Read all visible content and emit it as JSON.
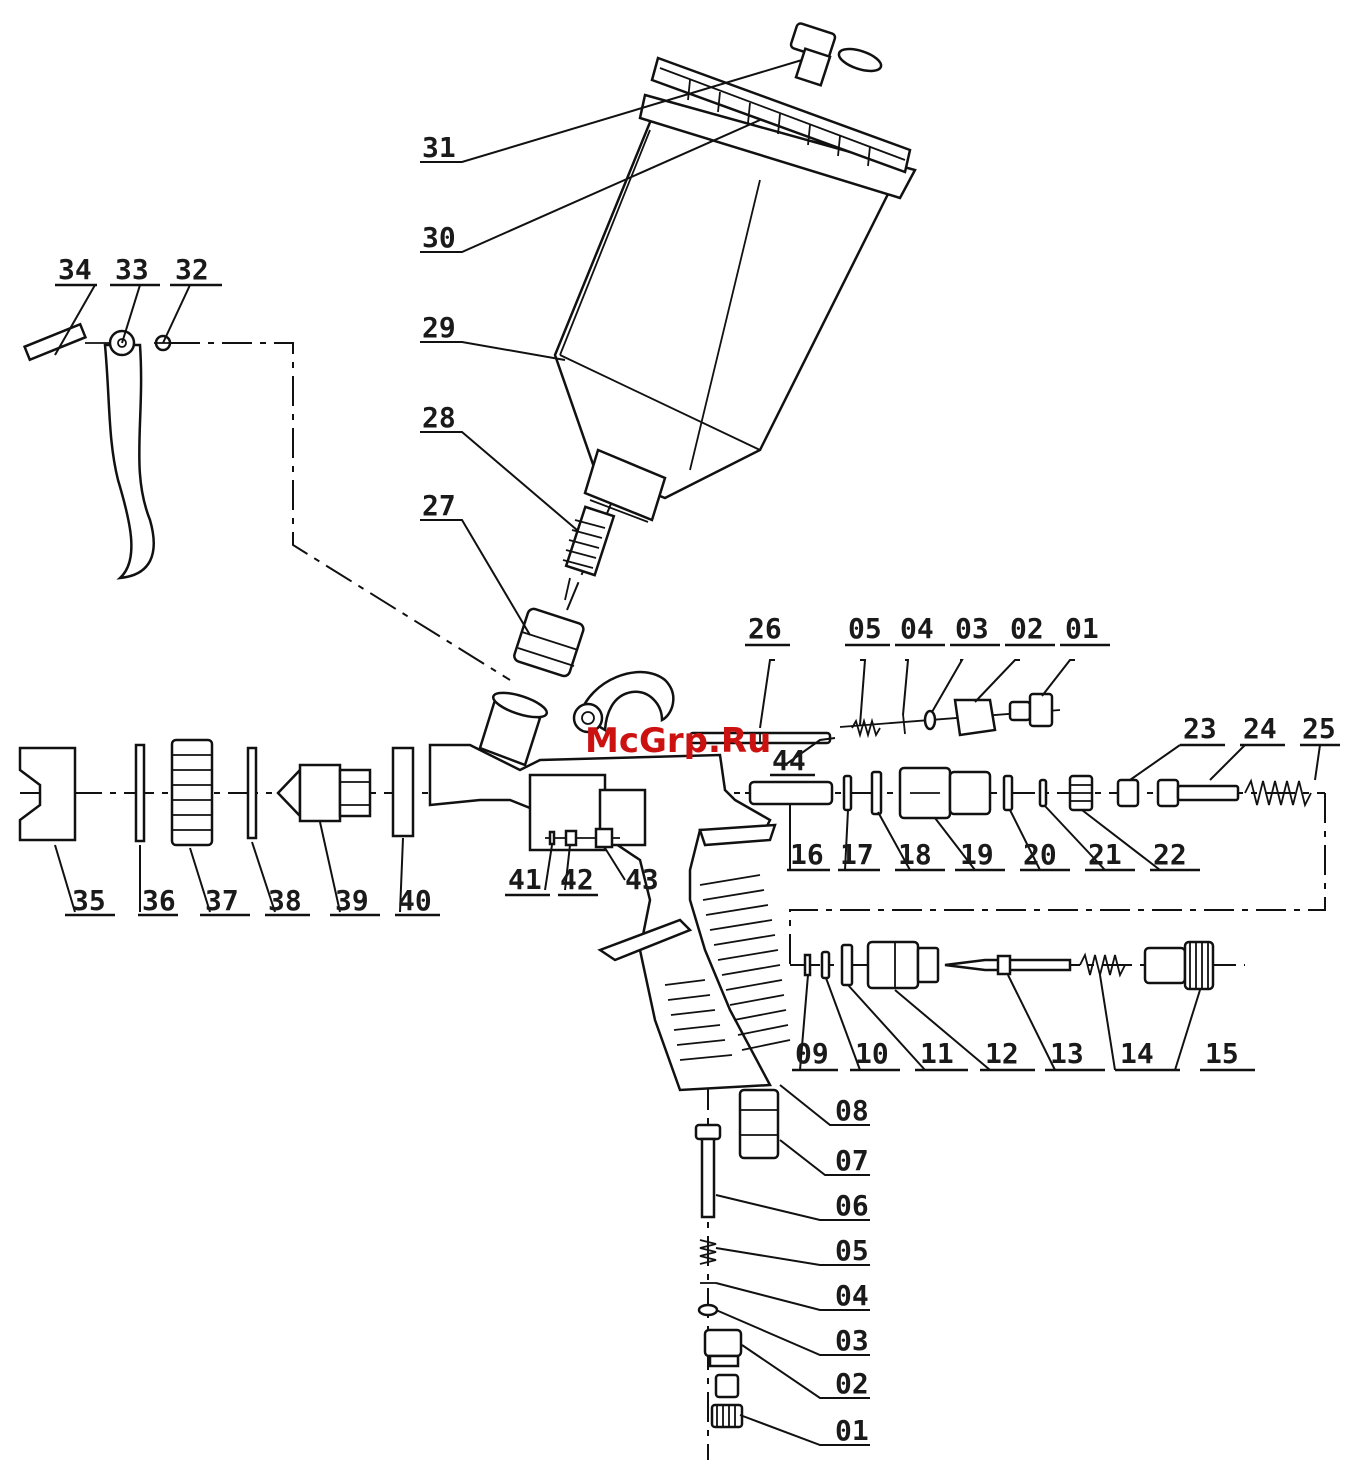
{
  "watermark": "McGrp.Ru",
  "labels": {
    "p01": "01",
    "p02": "02",
    "p03": "03",
    "p04": "04",
    "p05": "05",
    "p06": "06",
    "p07": "07",
    "p08": "08",
    "p09": "09",
    "p10": "10",
    "p11": "11",
    "p12": "12",
    "p13": "13",
    "p14": "14",
    "p15": "15",
    "p16": "16",
    "p17": "17",
    "p18": "18",
    "p19": "19",
    "p20": "20",
    "p21": "21",
    "p22": "22",
    "p23": "23",
    "p24": "24",
    "p25": "25",
    "p26": "26",
    "p27": "27",
    "p28": "28",
    "p29": "29",
    "p30": "30",
    "p31": "31",
    "p32": "32",
    "p33": "33",
    "p34": "34",
    "p35": "35",
    "p36": "36",
    "p37": "37",
    "p38": "38",
    "p39": "39",
    "p40": "40",
    "p41": "41",
    "p42": "42",
    "p43": "43",
    "p44": "44"
  }
}
